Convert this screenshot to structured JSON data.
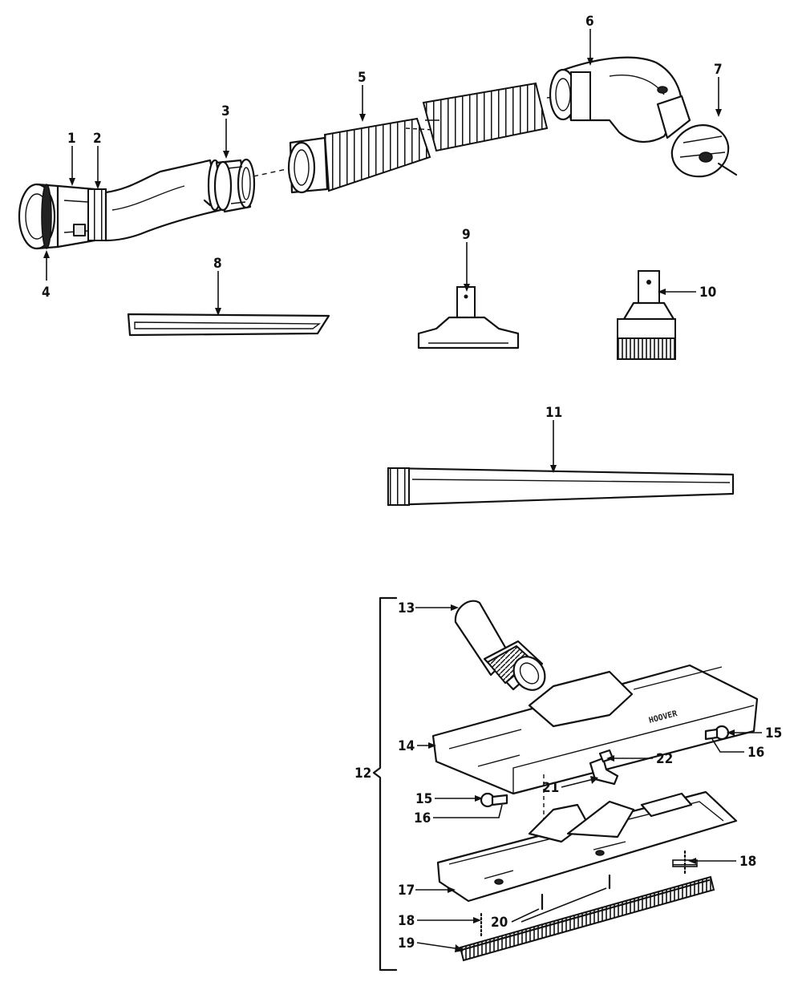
{
  "diagram": {
    "callouts": [
      "1",
      "2",
      "3",
      "4",
      "5",
      "6",
      "7",
      "8",
      "9",
      "10",
      "11",
      "12",
      "13",
      "14",
      "15",
      "16",
      "17",
      "18",
      "19",
      "20",
      "21",
      "22"
    ],
    "nozzle_logo": "HOOVER"
  },
  "colors": {
    "ink": "#111111",
    "paper": "#ffffff"
  }
}
